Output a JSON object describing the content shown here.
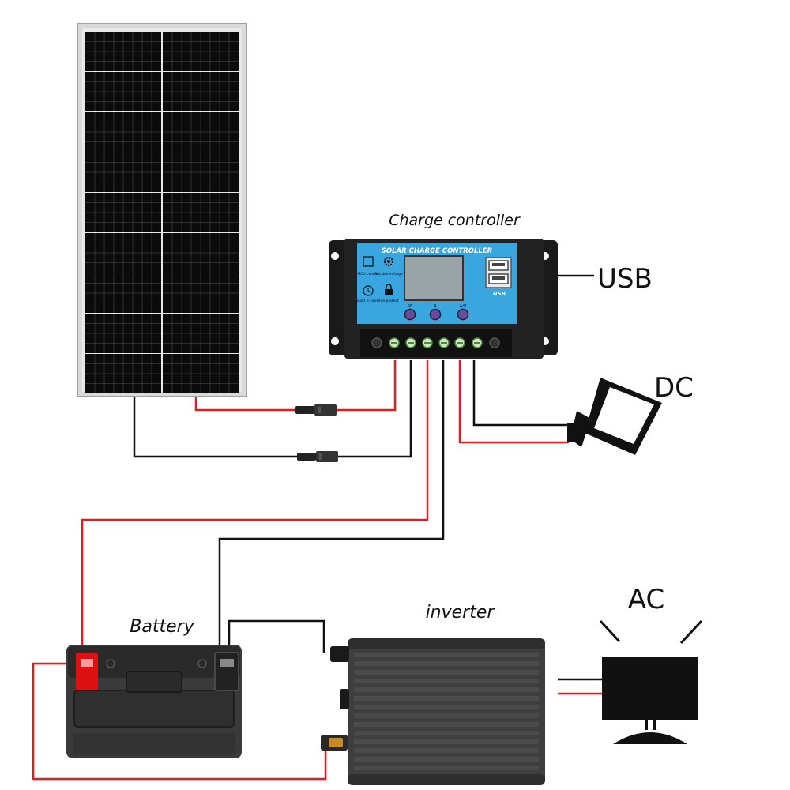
{
  "labels": {
    "charge_controller": "Charge controller",
    "usb": "USB",
    "dc": "DC",
    "battery": "Battery",
    "inverter": "inverter",
    "ac": "AC"
  },
  "controller": {
    "panel_title": "SOLAR CHARGE CONTROLLER",
    "feature_1": "MCU control",
    "feature_2": "Setable voltage",
    "feature_3": "Build in timer",
    "feature_4": "Full protect",
    "button_1": "SE",
    "button_2": "A",
    "button_3": "A/V",
    "usb_badge": "USB"
  },
  "colors": {
    "positive_wire": "#e01e1e",
    "negative_wire": "#111111",
    "controller_face": "#3aa6e0",
    "panel_frame": "#d8d8d8"
  },
  "icons": {
    "solar_panel": "solar-panel-icon",
    "charge_controller": "charge-controller-icon",
    "dc_lamp": "dc-lamp-icon",
    "battery": "battery-icon",
    "inverter": "inverter-icon",
    "monitor": "tv-monitor-icon"
  }
}
